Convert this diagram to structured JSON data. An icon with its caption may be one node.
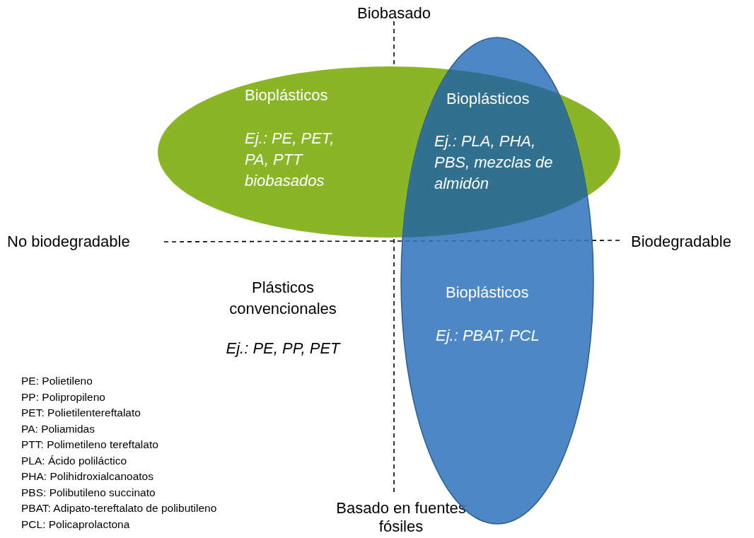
{
  "diagram": {
    "nodes": [
      {
        "text": [
          "Bioplásticos",
          "Ej.: PE, PET, PA, PTT biobasados"
        ]
      },
      {
        "text": [
          "Bioplásticos",
          "Ej.: PLA, PHA, PBS, mezclas de almidón"
        ]
      },
      {
        "text": [
          "Bioplásticos",
          "Ej.: PBAT, PCL"
        ]
      }
    ],
    "edges": [],
    "labels": [
      "Biobasado",
      "No biodegradable",
      "Biodegradable",
      "Plásticos convencionales",
      "Ej.: PE, PP, PET",
      "Basado en fuentes fósiles",
      "PE: Polietileno",
      "PP: Polipropileno",
      "PET: Polietilentereftalato",
      "PA: Poliamidas",
      "PTT: Polimetileno tereftalato",
      "PLA: Ácido poliláctico",
      "PHA: Polihidroxialcanoatos",
      "PBS: Polibutileno succinato",
      "PBAT: Adipato-tereftalato de polibutileno",
      "PCL: Policaprolactona"
    ]
  }
}
